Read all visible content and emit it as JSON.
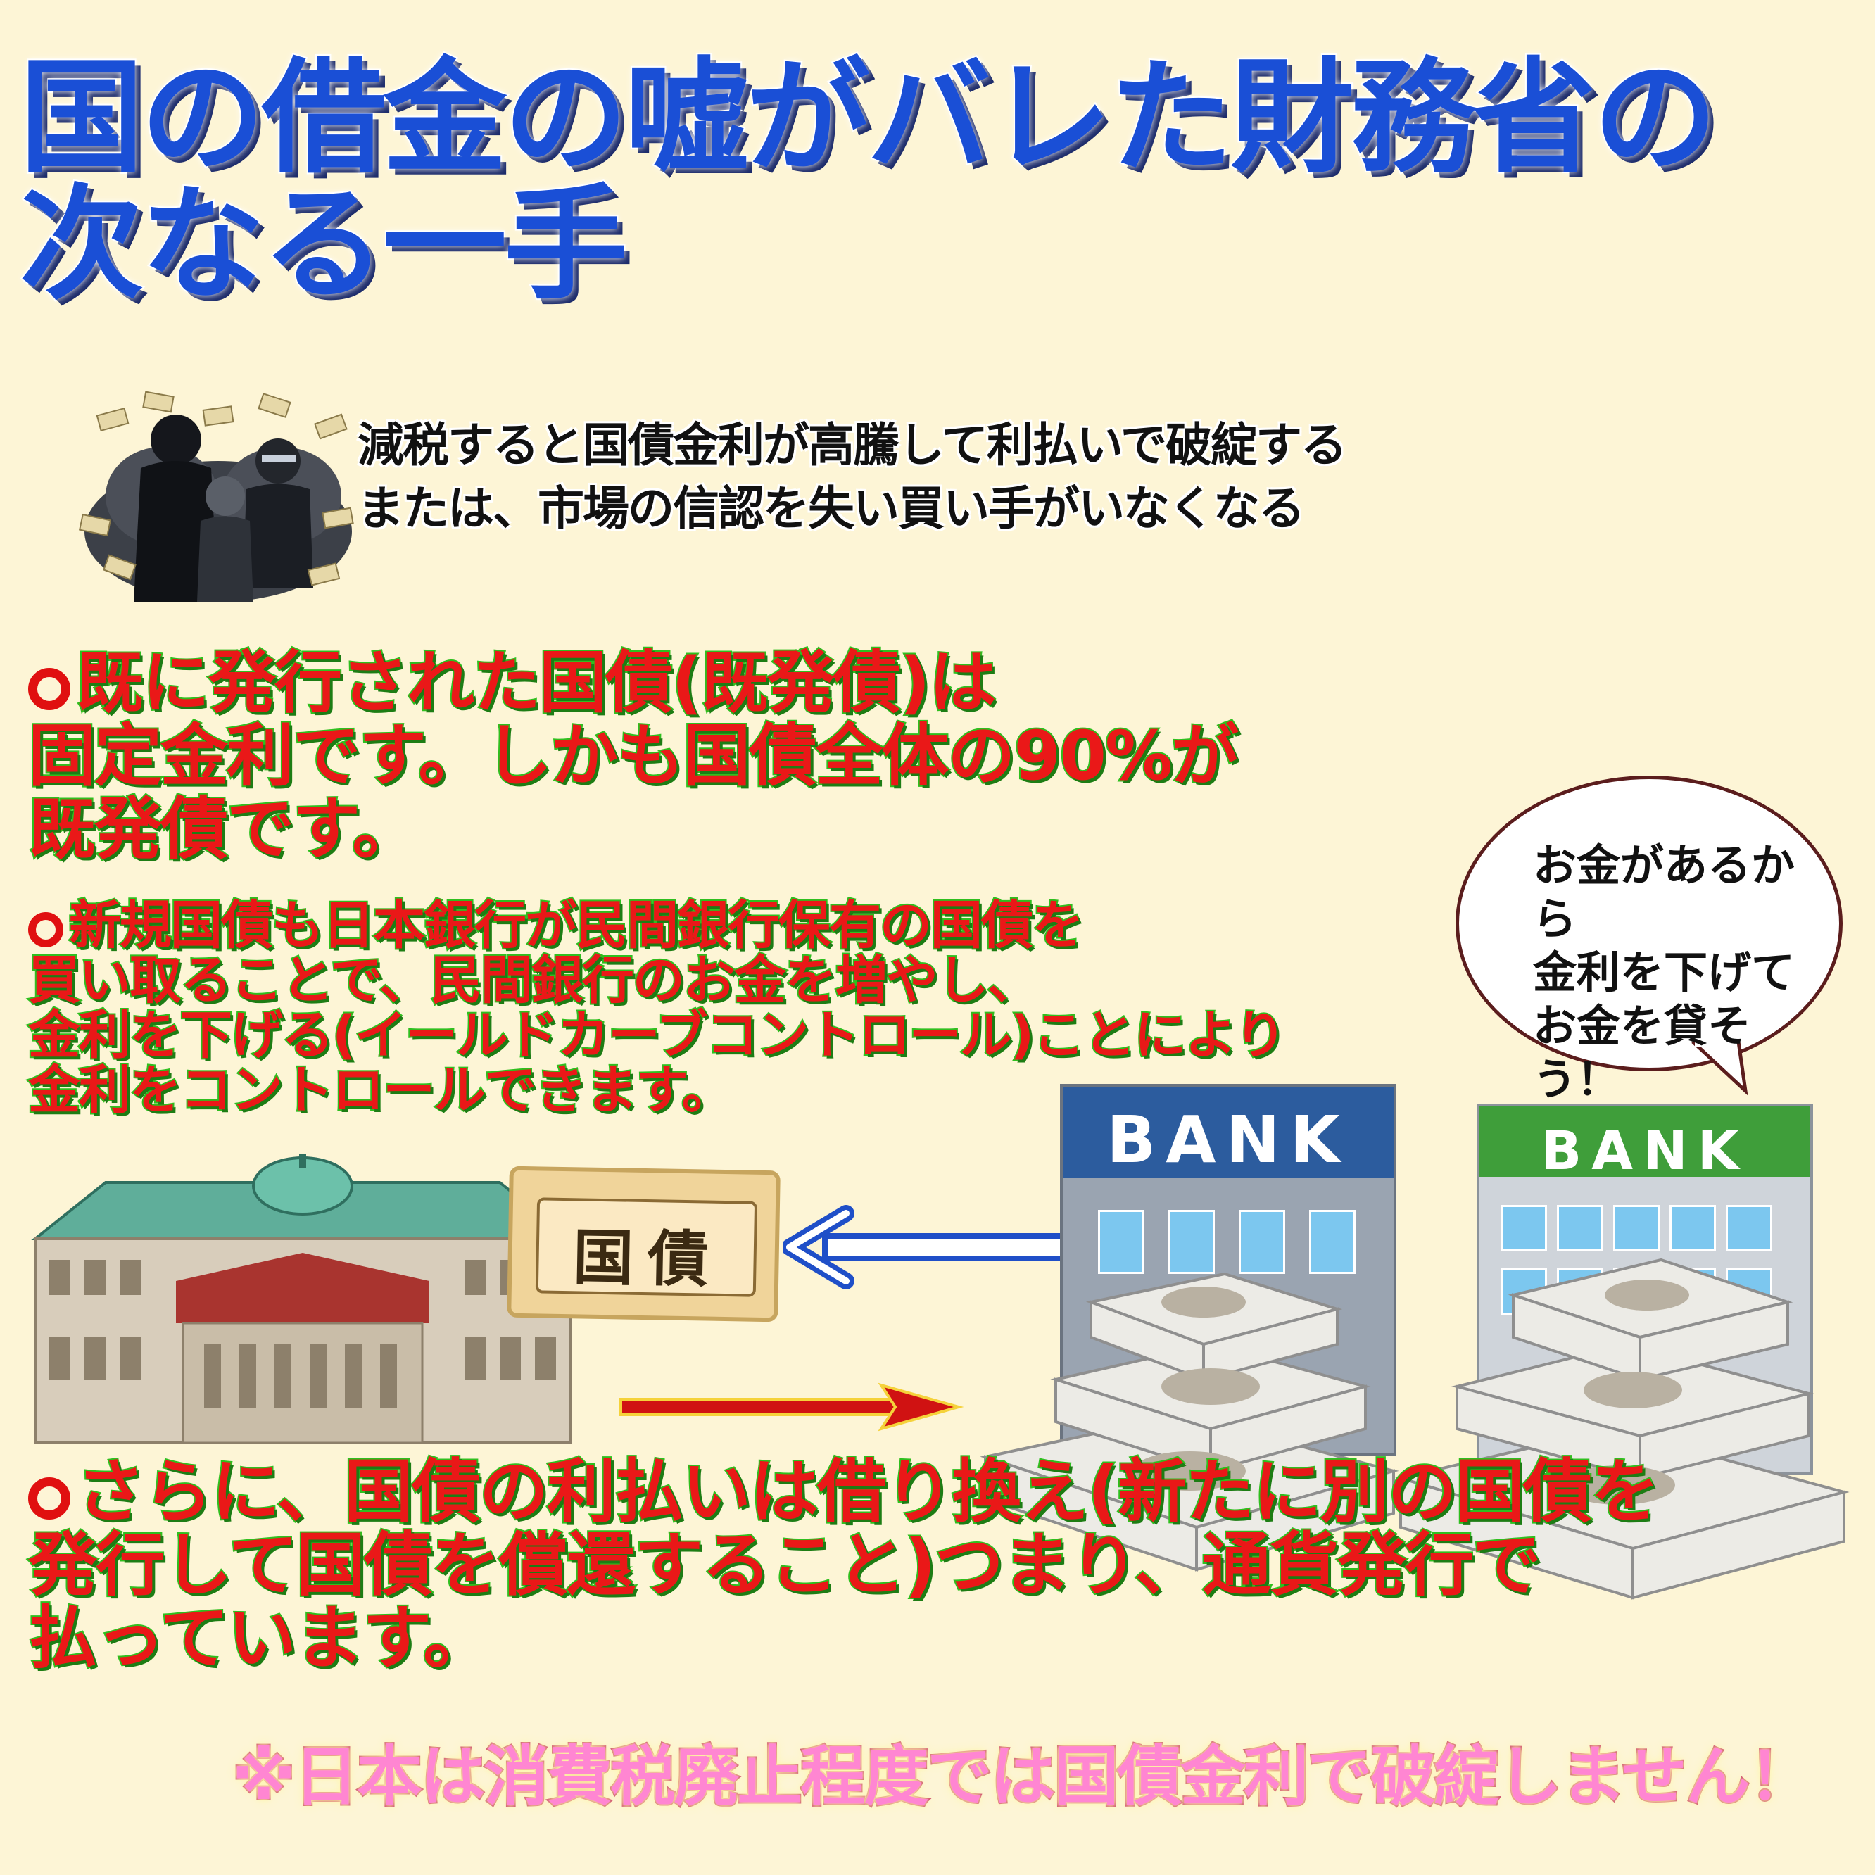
{
  "title": {
    "line1": "国の借金の嘘がバレた財務省の",
    "line2": "次なる一手"
  },
  "note": {
    "line1": "減税すると国債金利が高騰して利払いで破綻する",
    "line2": "または、市場の信認を失い買い手がいなくなる"
  },
  "point1": "既に発行された国債(既発債)は\n固定金利です。しかも国債全体の90%が\n既発債です。",
  "point2": "新規国債も日本銀行が民間銀行保有の国債を\n買い取ることで、民間銀行のお金を増やし、\n金利を下げる(イールドカーブコントロール)ことにより\n金利をコントロールできます。",
  "point3": "さらに、国債の利払いは借り換え(新たに別の国債を\n発行して国債を償還すること)つまり、通貨発行で\n払っています。",
  "bubble": "お金があるから\n金利を下げて\nお金を貸そう！",
  "bond_label": "国債",
  "bank_label_1": "BANK",
  "bank_label_2": "BANK",
  "footer": "※日本は消費税廃止程度では国債金利で破綻しません！",
  "colors": {
    "title": "#1a4fd6",
    "point_text": "#ea1818",
    "point_outline": "#2fbf1f",
    "footer": "#ff86d2",
    "background": "#fdf5d6"
  }
}
